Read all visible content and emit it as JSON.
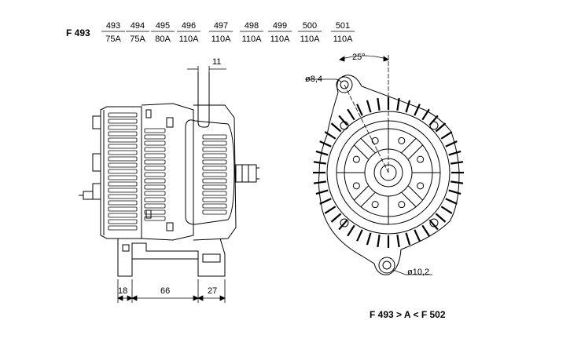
{
  "header": {
    "series_label": "F 493",
    "variants": [
      {
        "model": "493",
        "current": "75A"
      },
      {
        "model": "494",
        "current": "75A"
      },
      {
        "model": "495",
        "current": "80A"
      },
      {
        "model": "496",
        "current": "110A"
      },
      {
        "model": "497",
        "current": "110A"
      },
      {
        "model": "498",
        "current": "110A"
      },
      {
        "model": "499",
        "current": "110A"
      },
      {
        "model": "500",
        "current": "110A"
      },
      {
        "model": "501",
        "current": "110A"
      }
    ]
  },
  "dimensions": {
    "shaft_width": "11",
    "mount_left": "18",
    "mount_middle": "66",
    "mount_right": "27",
    "angle": "25°",
    "hole_upper": "ø8,4",
    "hole_lower": "ø10,2"
  },
  "footer": {
    "range_label": "F 493 > A < F 502"
  }
}
